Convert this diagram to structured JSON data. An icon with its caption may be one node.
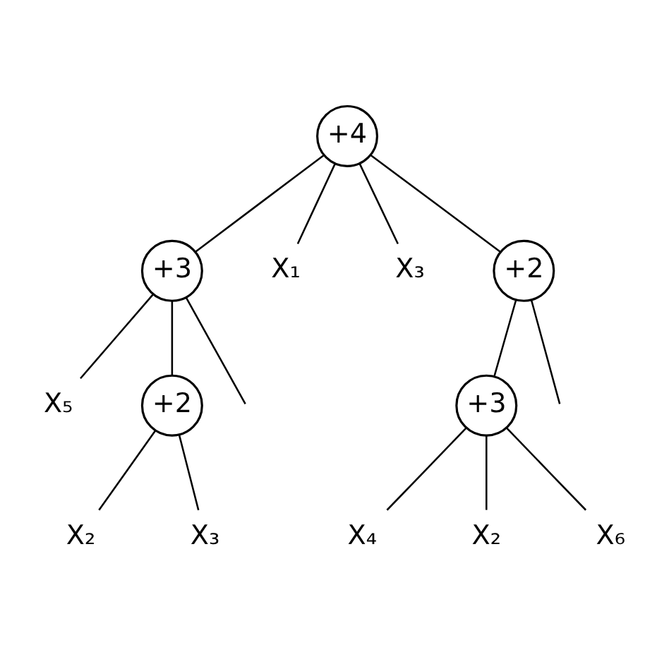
{
  "diagram": {
    "nodes": [
      {
        "text": [
          "+4"
        ]
      },
      {
        "text": [
          "+3"
        ]
      },
      {
        "text": [
          "X₁"
        ]
      },
      {
        "text": [
          "X₃"
        ]
      },
      {
        "text": [
          "+2"
        ]
      },
      {
        "text": [
          "X₅"
        ]
      },
      {
        "text": [
          "+2"
        ]
      },
      {
        "text": [
          "+3"
        ]
      },
      {
        "text": [
          "X₂"
        ]
      },
      {
        "text": [
          "X₃"
        ]
      },
      {
        "text": [
          "X₄"
        ]
      },
      {
        "text": [
          "X₂"
        ]
      },
      {
        "text": [
          "X₆"
        ]
      }
    ],
    "edges": [
      {
        "from": 0,
        "to": 1,
        "arrow": "none"
      },
      {
        "from": 0,
        "to": 2,
        "arrow": "none"
      },
      {
        "from": 0,
        "to": 3,
        "arrow": "none"
      },
      {
        "from": 0,
        "to": 4,
        "arrow": "none"
      },
      {
        "from": 1,
        "to": null,
        "arrow": "none"
      },
      {
        "from": 1,
        "to": 5,
        "arrow": "none"
      },
      {
        "from": 1,
        "to": 6,
        "arrow": "none"
      },
      {
        "from": 4,
        "to": 7,
        "arrow": "none"
      },
      {
        "from": 4,
        "to": null,
        "arrow": "none"
      },
      {
        "from": 6,
        "to": 8,
        "arrow": "none"
      },
      {
        "from": 6,
        "to": 9,
        "arrow": "none"
      },
      {
        "from": 7,
        "to": 10,
        "arrow": "none"
      },
      {
        "from": 7,
        "to": 11,
        "arrow": "none"
      },
      {
        "from": 7,
        "to": 12,
        "arrow": "none"
      }
    ]
  }
}
